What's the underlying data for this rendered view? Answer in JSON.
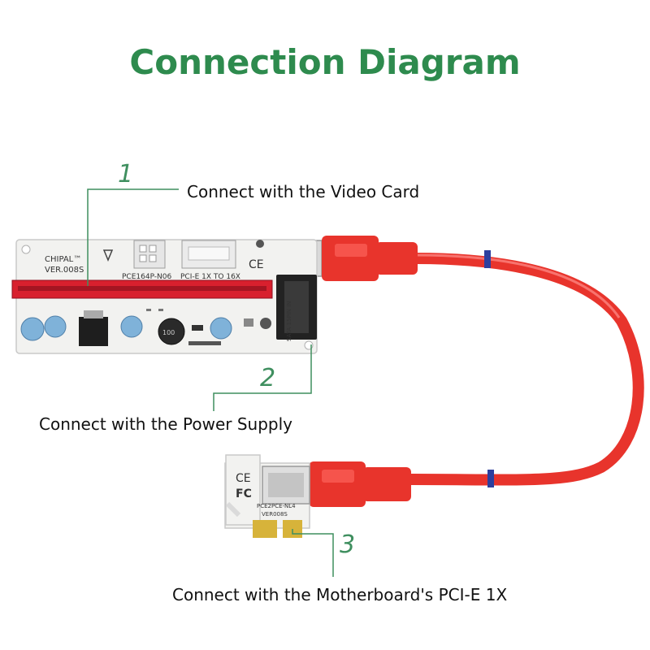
{
  "title": "Connection Diagram",
  "colors": {
    "title": "#2e8b4e",
    "leader": "#3f8f5f",
    "cable": "#e8342c",
    "board": "#f2f2f0",
    "slot": "#d8202e",
    "connector_pins": "#d7b33a"
  },
  "callouts": [
    {
      "number": "1",
      "text": "Connect with the Video Card"
    },
    {
      "number": "2",
      "text": "Connect with the Power Supply"
    },
    {
      "number": "3",
      "text": "Connect with the Motherboard's PCI-E 1X"
    }
  ],
  "riser_board": {
    "brand": "CHIPAL™",
    "version": "VER.008S",
    "model": "PCE164P-N06",
    "slot_label": "PCI-E 1X TO 16X",
    "sata_label": "SATA 15PIN IN",
    "ce_mark": "CE",
    "capacitor_mark": "100"
  },
  "adapter_board": {
    "model": "PCE2PCE-NL4",
    "version": "VER008S",
    "ce_mark": "CE",
    "fcc_mark": "FC"
  }
}
